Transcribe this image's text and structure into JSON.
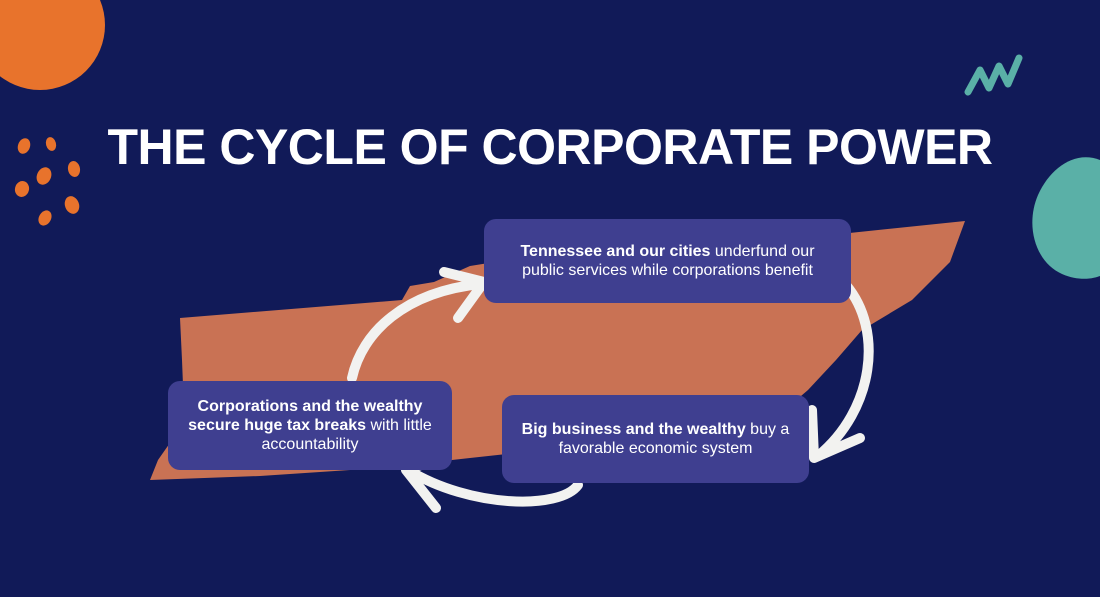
{
  "title": "THE CYCLE OF CORPORATE POWER",
  "colors": {
    "background": "#111a58",
    "box": "#3f3f90",
    "state_shape": "#c97254",
    "orange": "#e8732c",
    "teal": "#5ab0a7",
    "arrow": "#f2f2f0"
  },
  "cycle": [
    {
      "id": "top",
      "bold": "Tennessee and our cities",
      "text": " underfund our public services while corporations benefit"
    },
    {
      "id": "right",
      "bold": "Big business and the wealthy",
      "text": " buy a favorable economic system"
    },
    {
      "id": "left",
      "bold": "Corporations and the wealthy secure huge tax breaks",
      "text": " with little accountability"
    }
  ],
  "icons": [
    "orange-circle-icon",
    "orange-dots-icon",
    "teal-zigzag-icon",
    "teal-blob-icon",
    "tennessee-state-shape",
    "cycle-arrow-icon"
  ]
}
